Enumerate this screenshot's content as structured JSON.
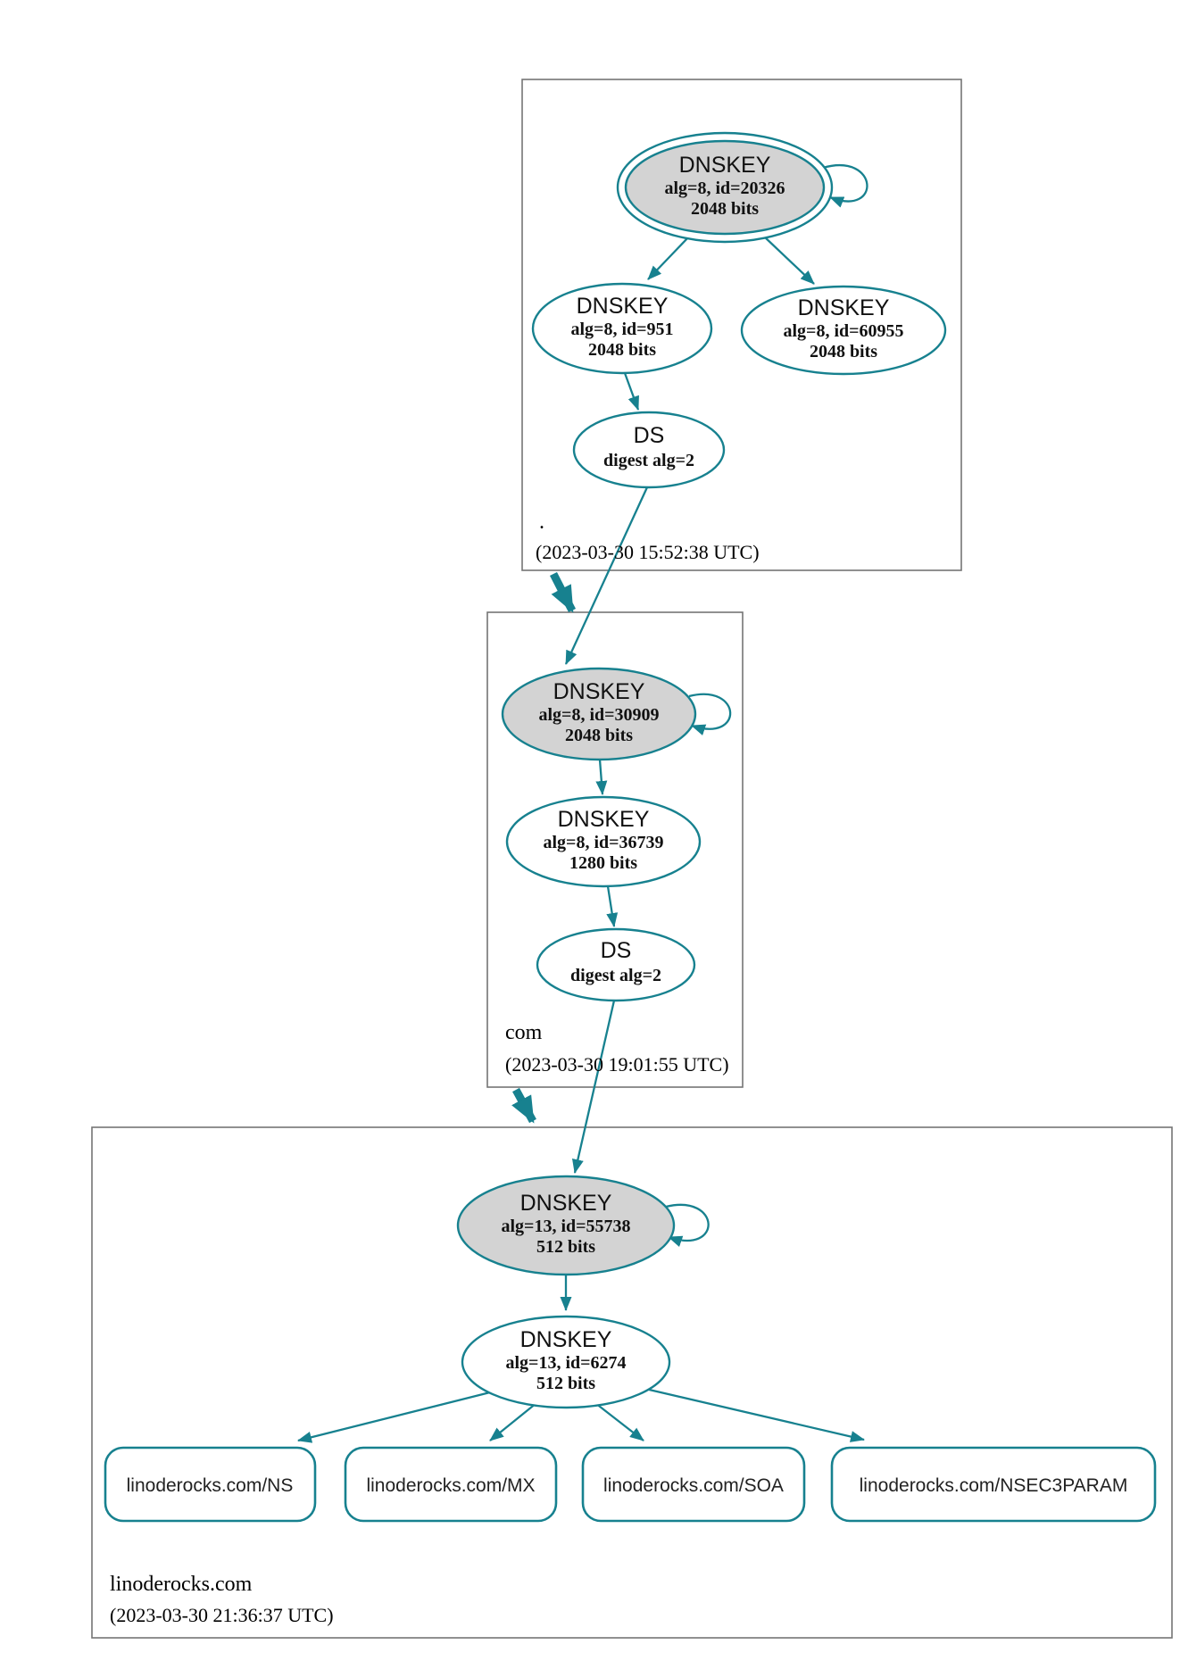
{
  "colors": {
    "edge": "#17818f",
    "ksk_fill": "#d3d3d3",
    "node_fill": "#ffffff",
    "cluster_border": "#757575",
    "text": "#111111"
  },
  "zones": {
    "root": {
      "label": ".",
      "timestamp": "(2023-03-30 15:52:38 UTC)",
      "nodes": {
        "ksk": {
          "type": "DNSKEY",
          "detail": "alg=8, id=20326",
          "bits": "2048 bits"
        },
        "zsk1": {
          "type": "DNSKEY",
          "detail": "alg=8, id=951",
          "bits": "2048 bits"
        },
        "zsk2": {
          "type": "DNSKEY",
          "detail": "alg=8, id=60955",
          "bits": "2048 bits"
        },
        "ds": {
          "type": "DS",
          "detail": "digest alg=2"
        }
      }
    },
    "com": {
      "label": "com",
      "timestamp": "(2023-03-30 19:01:55 UTC)",
      "nodes": {
        "ksk": {
          "type": "DNSKEY",
          "detail": "alg=8, id=30909",
          "bits": "2048 bits"
        },
        "zsk": {
          "type": "DNSKEY",
          "detail": "alg=8, id=36739",
          "bits": "1280 bits"
        },
        "ds": {
          "type": "DS",
          "detail": "digest alg=2"
        }
      }
    },
    "linoderocks": {
      "label": "linoderocks.com",
      "timestamp": "(2023-03-30 21:36:37 UTC)",
      "nodes": {
        "ksk": {
          "type": "DNSKEY",
          "detail": "alg=13, id=55738",
          "bits": "512 bits"
        },
        "zsk": {
          "type": "DNSKEY",
          "detail": "alg=13, id=6274",
          "bits": "512 bits"
        }
      },
      "records": [
        "linoderocks.com/NS",
        "linoderocks.com/MX",
        "linoderocks.com/SOA",
        "linoderocks.com/NSEC3PARAM"
      ]
    }
  }
}
